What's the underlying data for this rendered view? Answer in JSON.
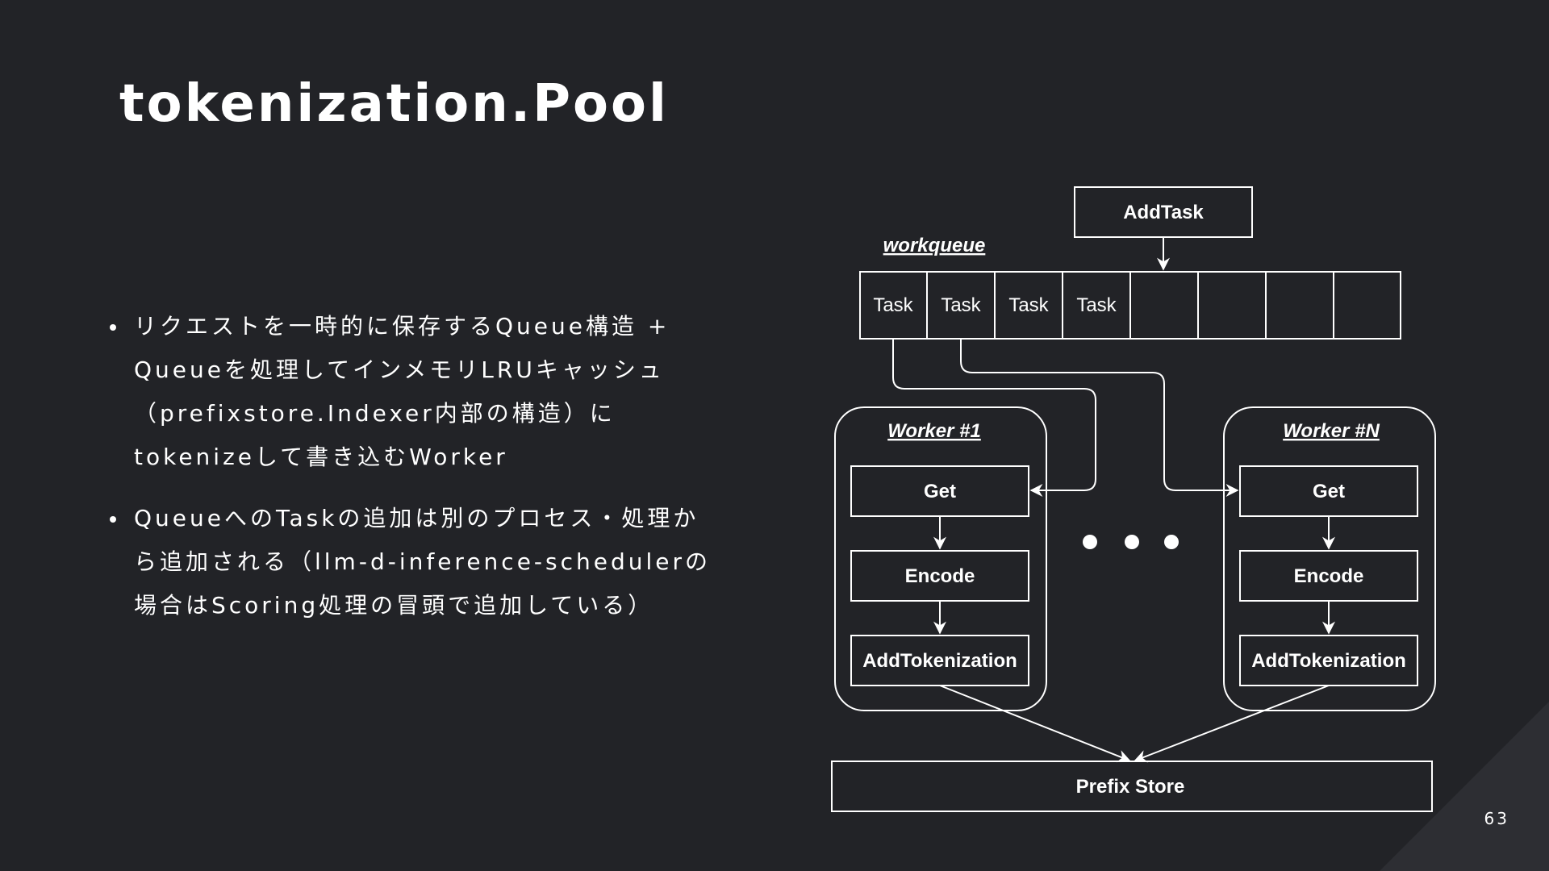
{
  "slide": {
    "title": "tokenization.Pool",
    "page_number": "63"
  },
  "bullets": [
    {
      "lines": [
        "リクエストを一時的に保存するQueue構造 +",
        "Queueを処理してインメモリLRUキャッシュ",
        "（prefixstore.Indexer内部の構造）に",
        "tokenizeして書き込むWorker"
      ]
    },
    {
      "lines": [
        "QueueへのTaskの追加は別のプロセス・処理か",
        "ら追加される（llm-d-inference-schedulerの",
        "場合はScoring処理の冒頭で追加している）"
      ]
    }
  ],
  "diagram": {
    "add_task": "AddTask",
    "workqueue_label": "workqueue",
    "queue_cells": [
      "Task",
      "Task",
      "Task",
      "Task",
      "",
      "",
      "",
      ""
    ],
    "workers": [
      {
        "title": "Worker #1",
        "steps": [
          "Get",
          "Encode",
          "AddTokenization"
        ]
      },
      {
        "title": "Worker #N",
        "steps": [
          "Get",
          "Encode",
          "AddTokenization"
        ]
      }
    ],
    "prefix_store": "Prefix Store"
  }
}
